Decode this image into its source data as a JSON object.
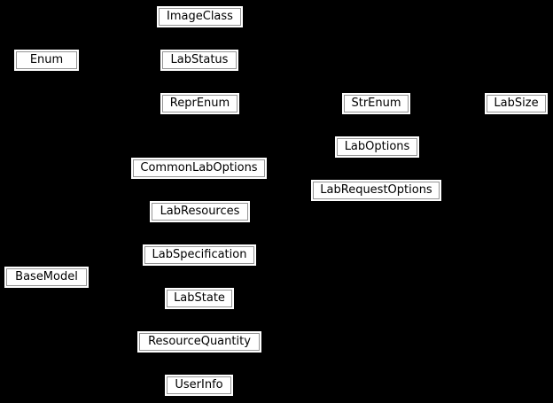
{
  "diagram": {
    "type": "inheritance-diagram",
    "colors": {
      "background": "#000000",
      "node_fill": "#ffffff",
      "node_inner_border": "#949494",
      "node_text": "#000000"
    },
    "nodes": [
      {
        "label": "ImageClass"
      },
      {
        "label": "Enum"
      },
      {
        "label": "LabStatus"
      },
      {
        "label": "ReprEnum"
      },
      {
        "label": "StrEnum"
      },
      {
        "label": "LabSize"
      },
      {
        "label": "LabOptions"
      },
      {
        "label": "CommonLabOptions"
      },
      {
        "label": "LabRequestOptions"
      },
      {
        "label": "LabResources"
      },
      {
        "label": "LabSpecification"
      },
      {
        "label": "BaseModel"
      },
      {
        "label": "LabState"
      },
      {
        "label": "ResourceQuantity"
      },
      {
        "label": "UserInfo"
      }
    ]
  }
}
